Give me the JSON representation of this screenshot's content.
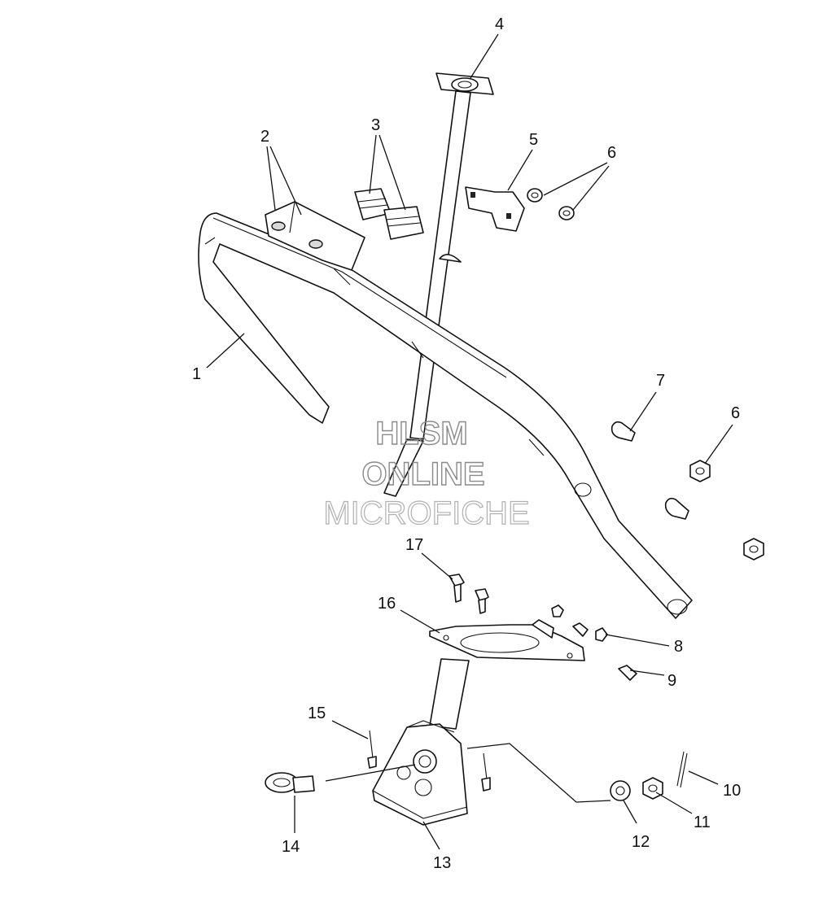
{
  "watermark": {
    "line1": "HLSM",
    "line2": "ONLINE",
    "line3": "MICROFICHE"
  },
  "callouts": [
    "1",
    "2",
    "3",
    "4",
    "5",
    "6",
    "6",
    "7",
    "8",
    "9",
    "10",
    "11",
    "12",
    "13",
    "14",
    "15",
    "16",
    "17"
  ],
  "colors": {
    "line": "#111111",
    "watermark": "#8a8a8a",
    "background": "#ffffff"
  }
}
